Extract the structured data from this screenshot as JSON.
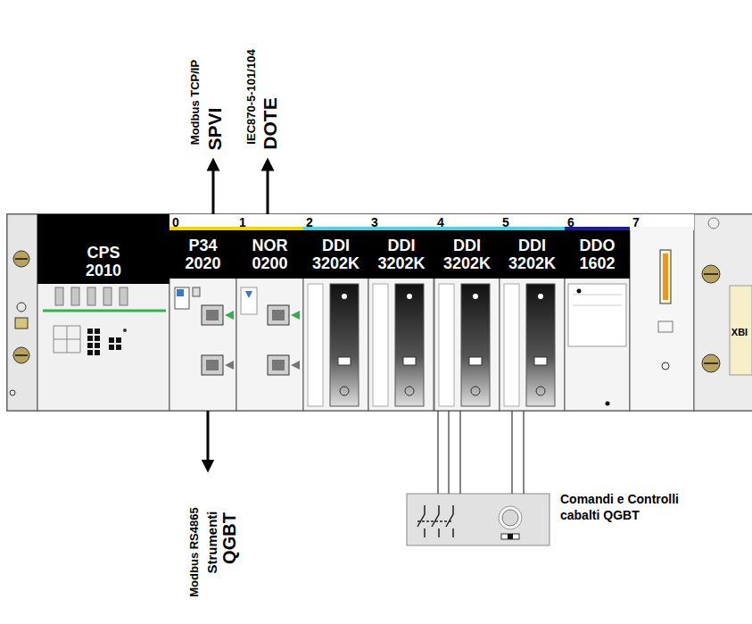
{
  "diagram": {
    "nodes": [
      {
        "text": [
          "CPS 2010"
        ]
      },
      {
        "text": [
          "0",
          "P34 2020"
        ]
      },
      {
        "text": [
          "1",
          "NOR 0200"
        ]
      },
      {
        "text": [
          "2",
          "DDI 3202K"
        ]
      },
      {
        "text": [
          "3",
          "DDI 3202K"
        ]
      },
      {
        "text": [
          "4",
          "DDI 3202K"
        ]
      },
      {
        "text": [
          "5",
          "DDI 3202K"
        ]
      },
      {
        "text": [
          "6",
          "DDO 1602"
        ]
      },
      {
        "text": [
          "7"
        ]
      },
      {
        "text": [
          "Comandi e Controlli cabalti QGBT"
        ]
      }
    ],
    "edges": [
      {
        "from": 5,
        "to": 9,
        "arrow": "none"
      },
      {
        "from": 5,
        "to": 9,
        "arrow": "none"
      },
      {
        "from": 5,
        "to": 9,
        "arrow": "none"
      },
      {
        "from": 6,
        "to": 9,
        "arrow": "none"
      },
      {
        "from": 6,
        "to": 9,
        "arrow": "none"
      }
    ],
    "labels": [
      "Modbus TCP/IP",
      "SPVI",
      "IEC870-5-101/104",
      "DOTE",
      "Modbus RS4865",
      "Strumenti",
      "QGBT",
      "XBI"
    ]
  }
}
